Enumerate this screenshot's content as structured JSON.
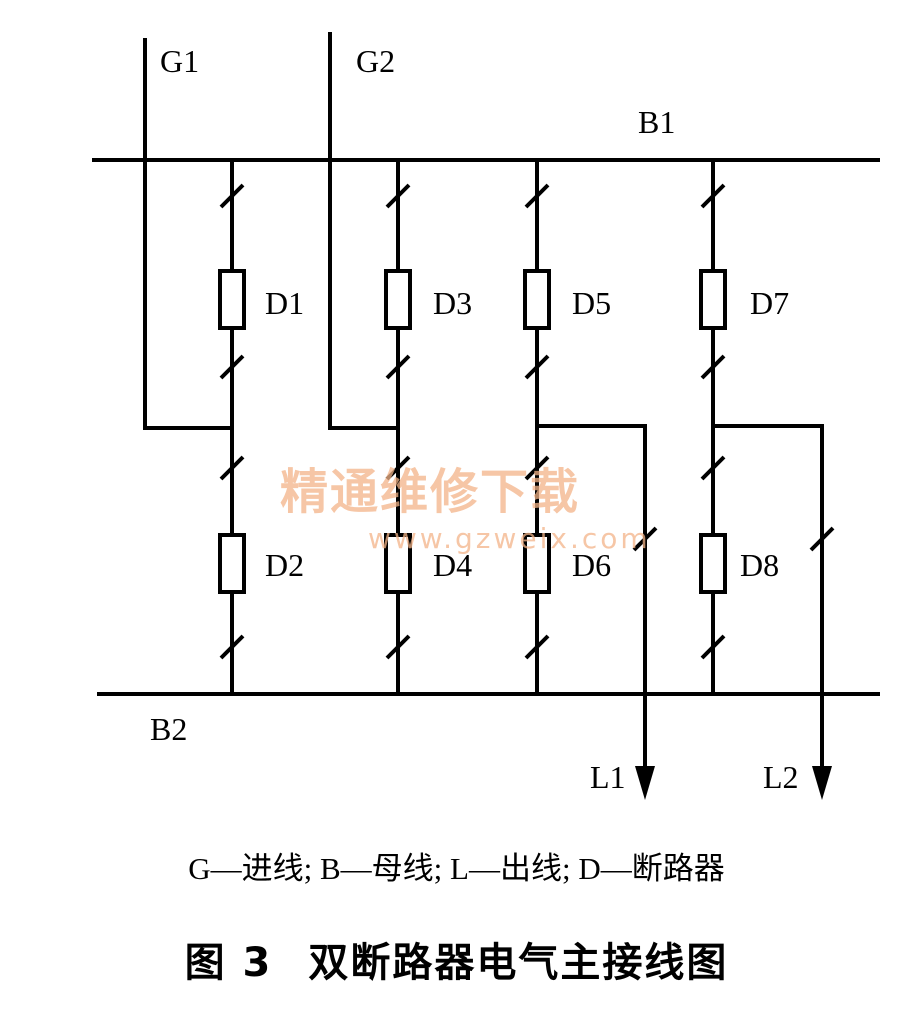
{
  "labels": {
    "g1": "G1",
    "g2": "G2",
    "b1": "B1",
    "b2": "B2",
    "d1": "D1",
    "d2": "D2",
    "d3": "D3",
    "d4": "D4",
    "d5": "D5",
    "d6": "D6",
    "d7": "D7",
    "d8": "D8",
    "l1": "L1",
    "l2": "L2"
  },
  "watermark": {
    "main": "精通维修下载",
    "url": "www.gzweix.com"
  },
  "legend": "G—进线; B—母线; L—出线; D—断路器",
  "caption": {
    "number": "图 3",
    "title": "双断路器电气主接线图"
  }
}
